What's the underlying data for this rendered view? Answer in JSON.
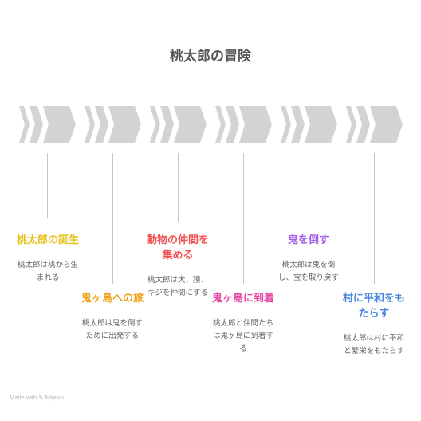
{
  "title": "桃太郎の冒険",
  "steps": [
    {
      "title": "桃太郎の誕生",
      "desc": "桃太郎は桃から生まれる",
      "color": "#e6c21c"
    },
    {
      "title": "鬼ヶ島への旅",
      "desc": "桃太郎は鬼を倒すために出発する",
      "color": "#f0a21a"
    },
    {
      "title": "動物の仲間を集める",
      "desc": "桃太郎は犬、猿、キジを仲間にする",
      "color": "#ef5353"
    },
    {
      "title": "鬼ヶ島に到着",
      "desc": "桃太郎と仲間たちは鬼ヶ島に到着する",
      "color": "#e84aa6"
    },
    {
      "title": "鬼を倒す",
      "desc": "桃太郎は鬼を倒し、宝を取り戻す",
      "color": "#a660e8"
    },
    {
      "title": "村に平和をもたらす",
      "desc": "桃太郎は村に平和と繁栄をもたらす",
      "color": "#4a88e0"
    }
  ],
  "footer": "Made with ✎ Napkin",
  "colors": {
    "chevron": "#d3d3d3",
    "connector": "#c6c6c6",
    "text": "#555555"
  }
}
